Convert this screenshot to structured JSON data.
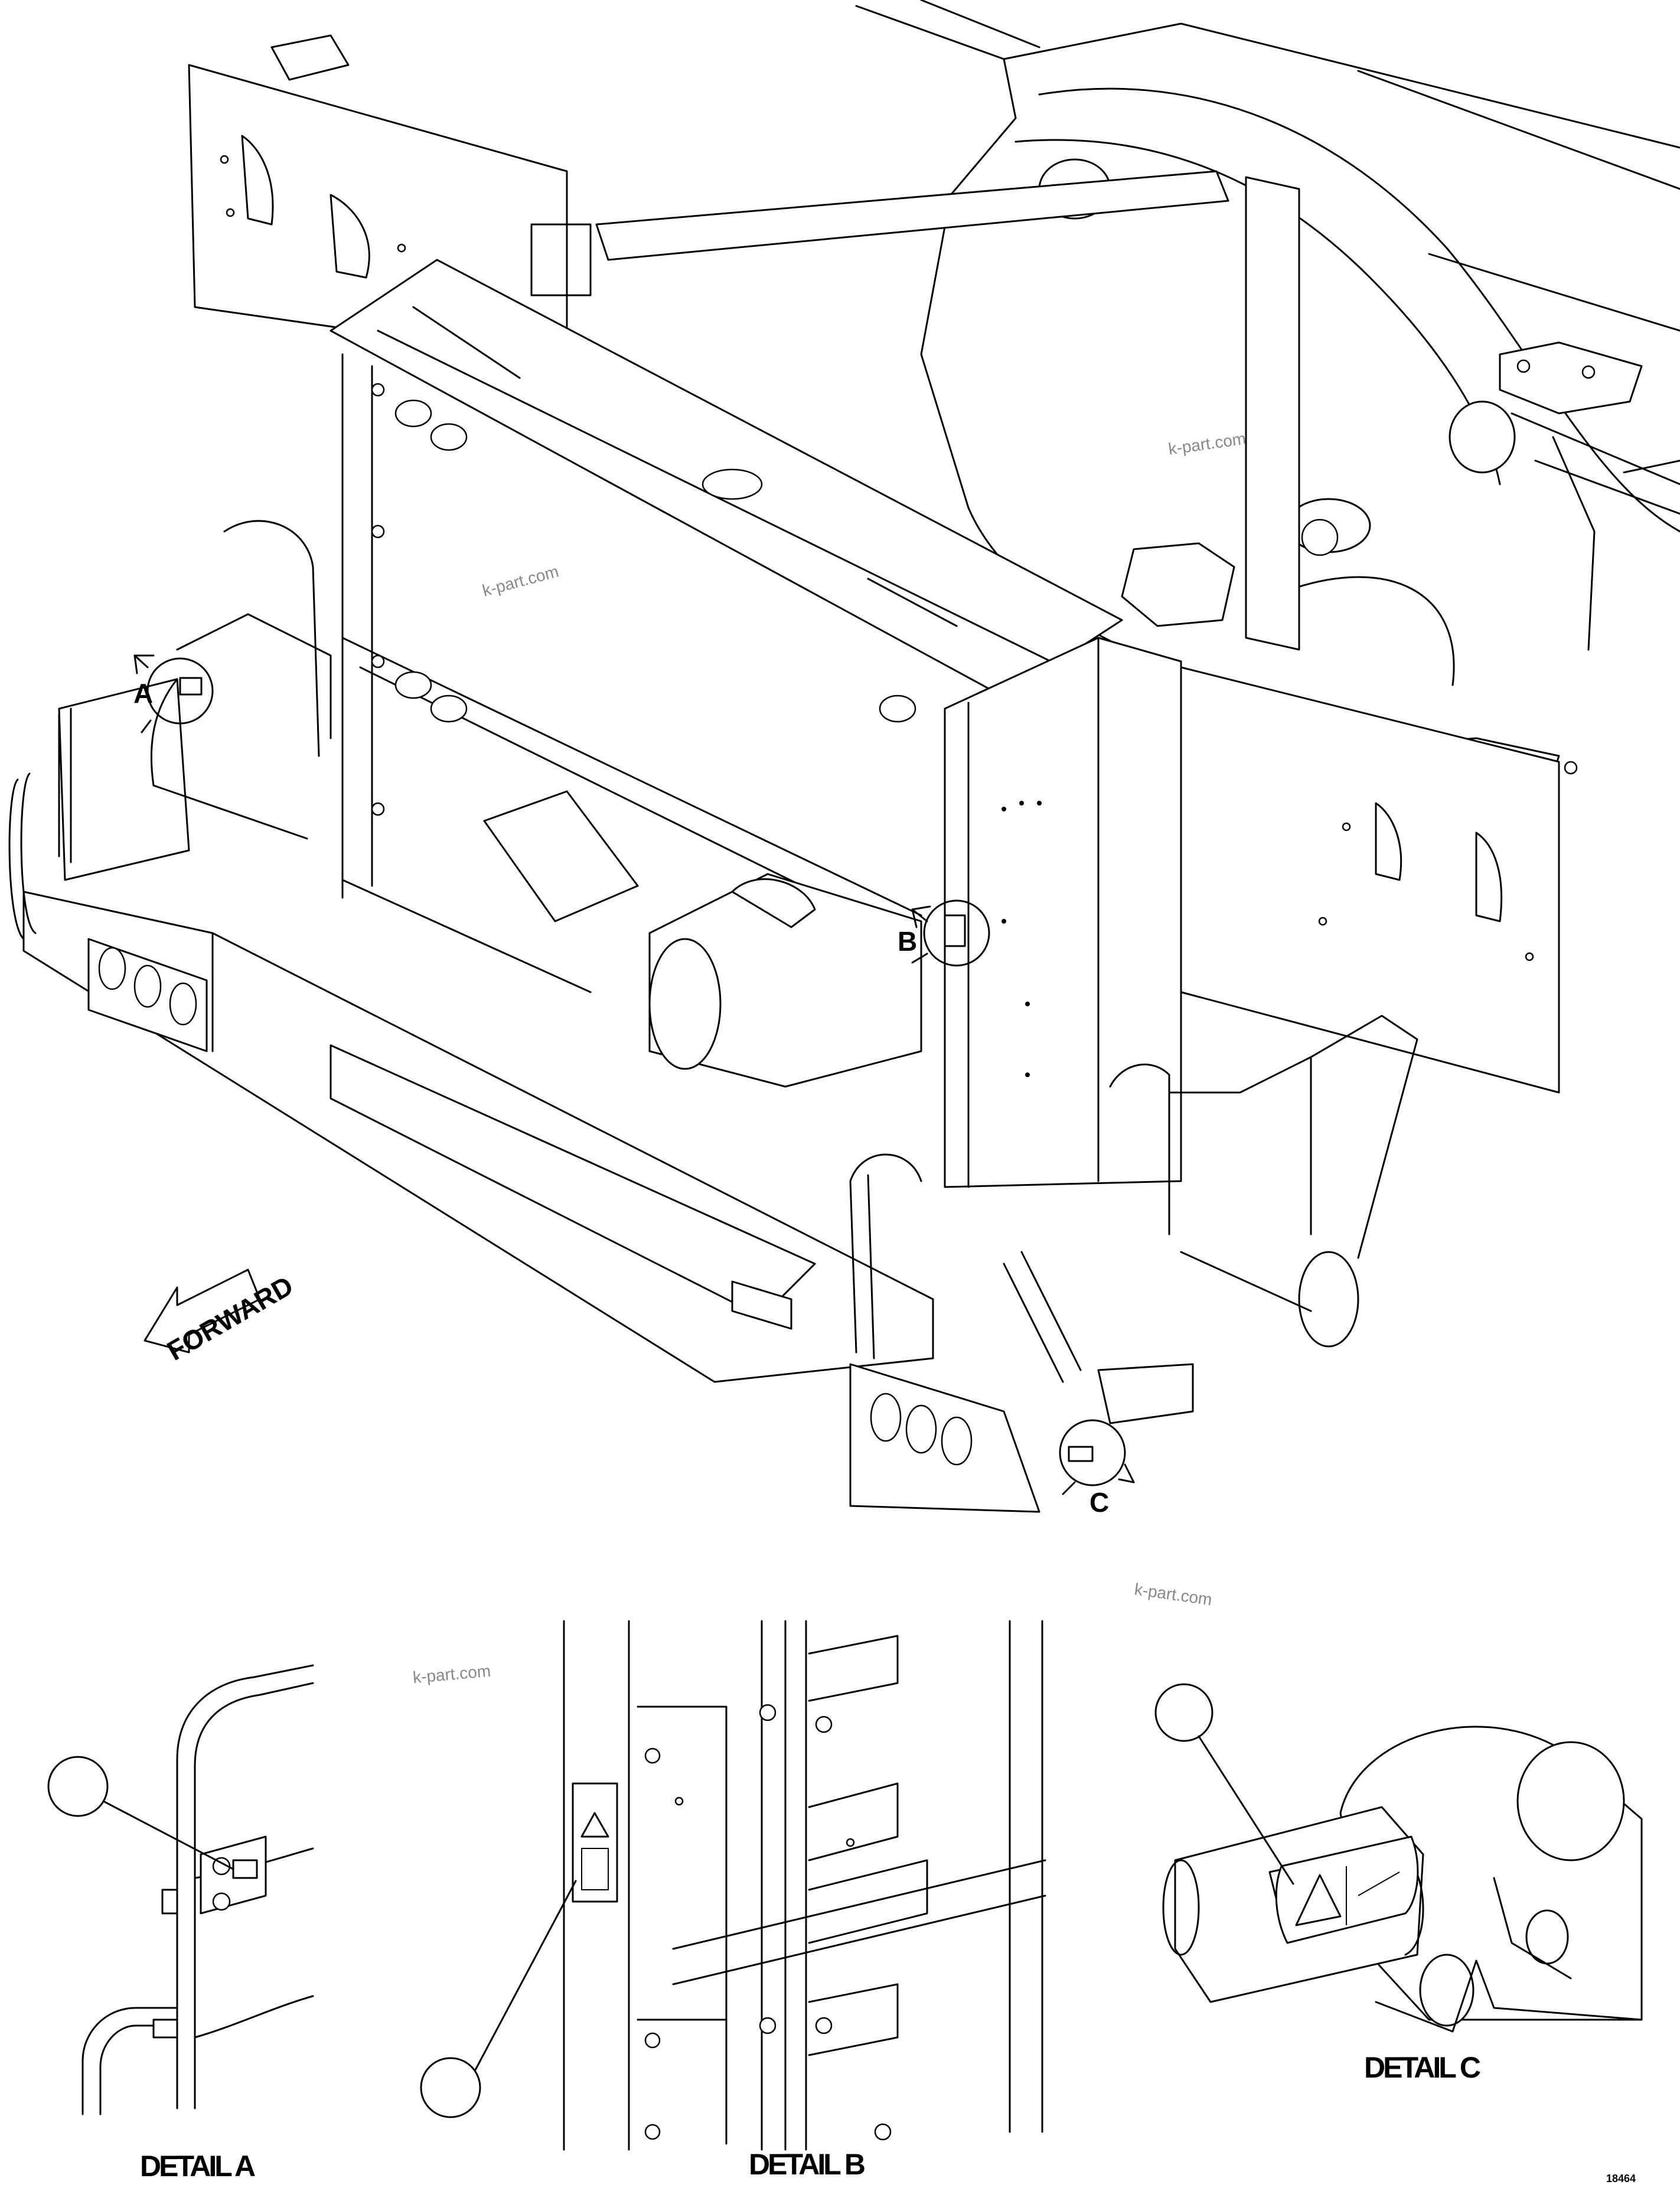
{
  "main_view": {
    "forward_label": "FORWARD",
    "callouts": [
      {
        "id": "A",
        "label": "A"
      },
      {
        "id": "B",
        "label": "B"
      },
      {
        "id": "C",
        "label": "C"
      }
    ],
    "watermarks": [
      "k-part.com",
      "k-part.com"
    ]
  },
  "details": [
    {
      "id": "A",
      "title": "DETAIL A"
    },
    {
      "id": "B",
      "title": "DETAIL B"
    },
    {
      "id": "C",
      "title": "DETAIL C"
    }
  ],
  "detail_watermarks": [
    "k-part.com",
    "k-part.com"
  ],
  "figure_number": "18464"
}
